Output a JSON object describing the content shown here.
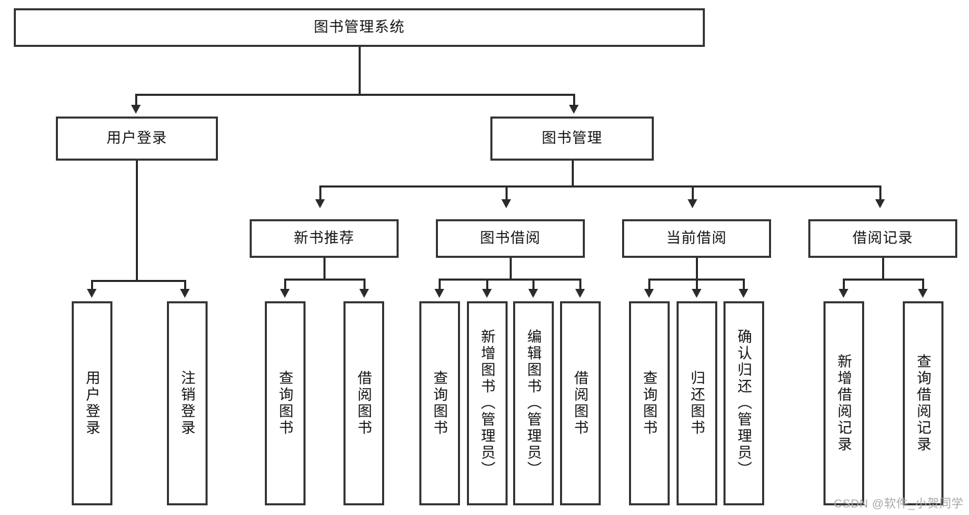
{
  "diagram": {
    "type": "tree",
    "title": "图书管理系统",
    "watermark": "CSDN @软件_小贺同学",
    "colors": {
      "box_border": "#33373a",
      "line": "#2b2b2b",
      "background": "#ffffff",
      "text": "#111111",
      "watermark": "#a7a7a7"
    },
    "nodes": {
      "root": {
        "label": "图书管理系统"
      },
      "level2": [
        {
          "id": "user-login",
          "label": "用户登录"
        },
        {
          "id": "book-manage",
          "label": "图书管理"
        }
      ],
      "level3": [
        {
          "id": "new-book-recommend",
          "label": "新书推荐"
        },
        {
          "id": "book-borrow",
          "label": "图书借阅"
        },
        {
          "id": "current-borrow",
          "label": "当前借阅"
        },
        {
          "id": "borrow-record",
          "label": "借阅记录"
        }
      ],
      "leaves": {
        "user_login": [
          {
            "id": "leaf-user-login",
            "label": "用户登录"
          },
          {
            "id": "leaf-logout-login",
            "label": "注销登录"
          }
        ],
        "new_book_recommend": [
          {
            "id": "leaf-query-book-1",
            "label": "查询图书"
          },
          {
            "id": "leaf-borrow-book-1",
            "label": "借阅图书"
          }
        ],
        "book_borrow": [
          {
            "id": "leaf-query-book-2",
            "label": "查询图书"
          },
          {
            "id": "leaf-add-book",
            "label": "新增图书（管理员）"
          },
          {
            "id": "leaf-edit-book",
            "label": "编辑图书（管理员）"
          },
          {
            "id": "leaf-borrow-book-2",
            "label": "借阅图书"
          }
        ],
        "current_borrow": [
          {
            "id": "leaf-query-book-3",
            "label": "查询图书"
          },
          {
            "id": "leaf-return-book",
            "label": "归还图书"
          },
          {
            "id": "leaf-confirm-return",
            "label": "确认归还（管理员）"
          }
        ],
        "borrow_record": [
          {
            "id": "leaf-add-record",
            "label": "新增借阅记录"
          },
          {
            "id": "leaf-query-record",
            "label": "查询借阅记录"
          }
        ]
      }
    },
    "edges": [
      {
        "from": "图书管理系统",
        "to": "用户登录"
      },
      {
        "from": "图书管理系统",
        "to": "图书管理"
      },
      {
        "from": "用户登录",
        "to": "用户登录"
      },
      {
        "from": "用户登录",
        "to": "注销登录"
      },
      {
        "from": "图书管理",
        "to": "新书推荐"
      },
      {
        "from": "图书管理",
        "to": "图书借阅"
      },
      {
        "from": "图书管理",
        "to": "当前借阅"
      },
      {
        "from": "图书管理",
        "to": "借阅记录"
      },
      {
        "from": "新书推荐",
        "to": "查询图书"
      },
      {
        "from": "新书推荐",
        "to": "借阅图书"
      },
      {
        "from": "图书借阅",
        "to": "查询图书"
      },
      {
        "from": "图书借阅",
        "to": "新增图书（管理员）"
      },
      {
        "from": "图书借阅",
        "to": "编辑图书（管理员）"
      },
      {
        "from": "图书借阅",
        "to": "借阅图书"
      },
      {
        "from": "当前借阅",
        "to": "查询图书"
      },
      {
        "from": "当前借阅",
        "to": "归还图书"
      },
      {
        "from": "当前借阅",
        "to": "确认归还（管理员）"
      },
      {
        "from": "借阅记录",
        "to": "新增借阅记录"
      },
      {
        "from": "借阅记录",
        "to": "查询借阅记录"
      }
    ]
  }
}
